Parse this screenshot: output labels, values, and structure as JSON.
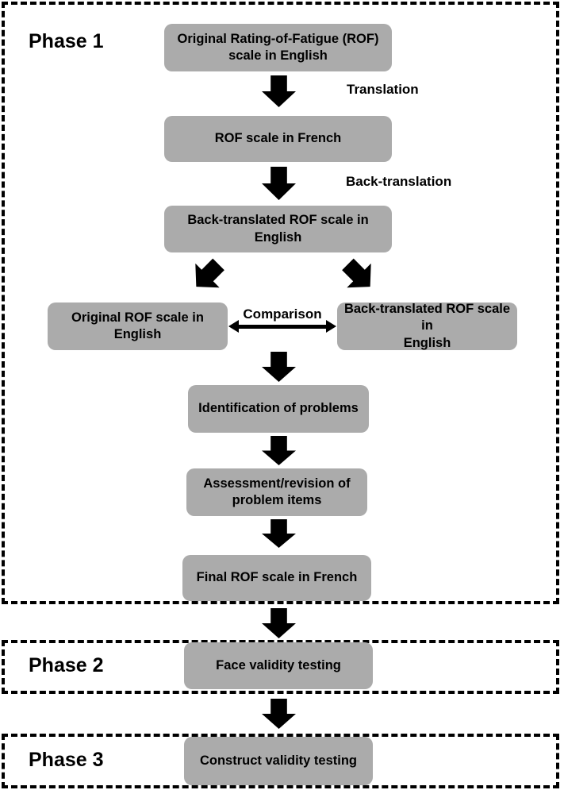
{
  "diagram": {
    "phase1": {
      "label": "Phase 1",
      "nodes": {
        "original_rof": "Original Rating-of-Fatigue (ROF)\nscale in English",
        "rof_french": "ROF scale in French",
        "back_translated": "Back-translated ROF scale in\nEnglish",
        "original_english": "Original ROF scale in\nEnglish",
        "back_translated_comparison": "Back-translated ROF scale in\nEnglish",
        "identification": "Identification of problems",
        "assessment": "Assessment/revision of\nproblem items",
        "final_french": "Final ROF scale in French"
      },
      "arrow_labels": {
        "translation": "Translation",
        "back_translation": "Back-translation",
        "comparison": "Comparison"
      }
    },
    "phase2": {
      "label": "Phase 2",
      "nodes": {
        "face_validity": "Face validity testing"
      }
    },
    "phase3": {
      "label": "Phase 3",
      "nodes": {
        "construct_validity": "Construct validity testing"
      }
    }
  },
  "colors": {
    "node_fill": "#ababab",
    "arrow": "#000000",
    "border": "#000000",
    "background": "#ffffff"
  }
}
